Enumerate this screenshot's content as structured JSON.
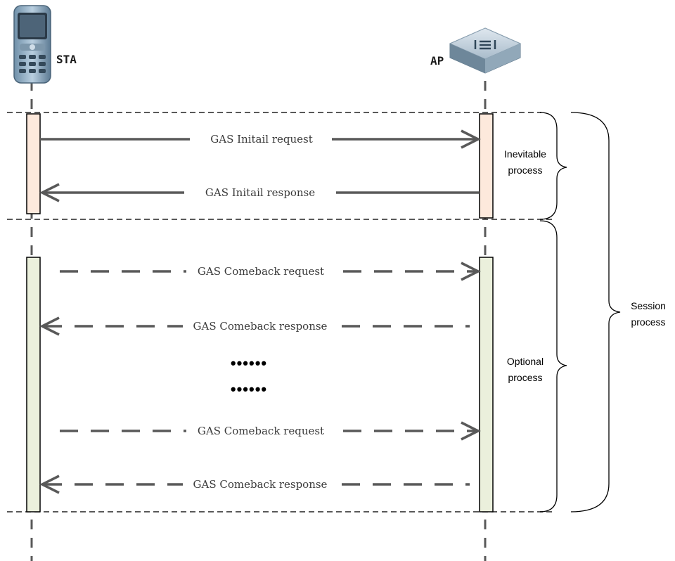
{
  "actors": {
    "sta": {
      "label": "STA",
      "icon": "mobile-phone-icon"
    },
    "ap": {
      "label": "AP",
      "icon": "access-point-icon"
    }
  },
  "messages": [
    {
      "label": "GAS Initail request",
      "direction": "sta-to-ap",
      "style": "solid"
    },
    {
      "label": "GAS Initail response",
      "direction": "ap-to-sta",
      "style": "solid"
    },
    {
      "label": "GAS Comeback request",
      "direction": "sta-to-ap",
      "style": "dashed"
    },
    {
      "label": "GAS Comeback response",
      "direction": "ap-to-sta",
      "style": "dashed"
    },
    {
      "label": "GAS Comeback request",
      "direction": "sta-to-ap",
      "style": "dashed"
    },
    {
      "label": "GAS Comeback response",
      "direction": "ap-to-sta",
      "style": "dashed"
    }
  ],
  "ellipsis": [
    "••••••",
    "••••••"
  ],
  "braces": {
    "inevitable": {
      "line1": "Inevitable",
      "line2": "process"
    },
    "optional": {
      "line1": "Optional",
      "line2": "process"
    },
    "session": {
      "line1": "Session",
      "line2": "process"
    }
  },
  "colors": {
    "inevitable_box": "#fde9dc",
    "optional_box": "#ebf0dc",
    "arrow": "#595959",
    "section_line": "#595959"
  }
}
